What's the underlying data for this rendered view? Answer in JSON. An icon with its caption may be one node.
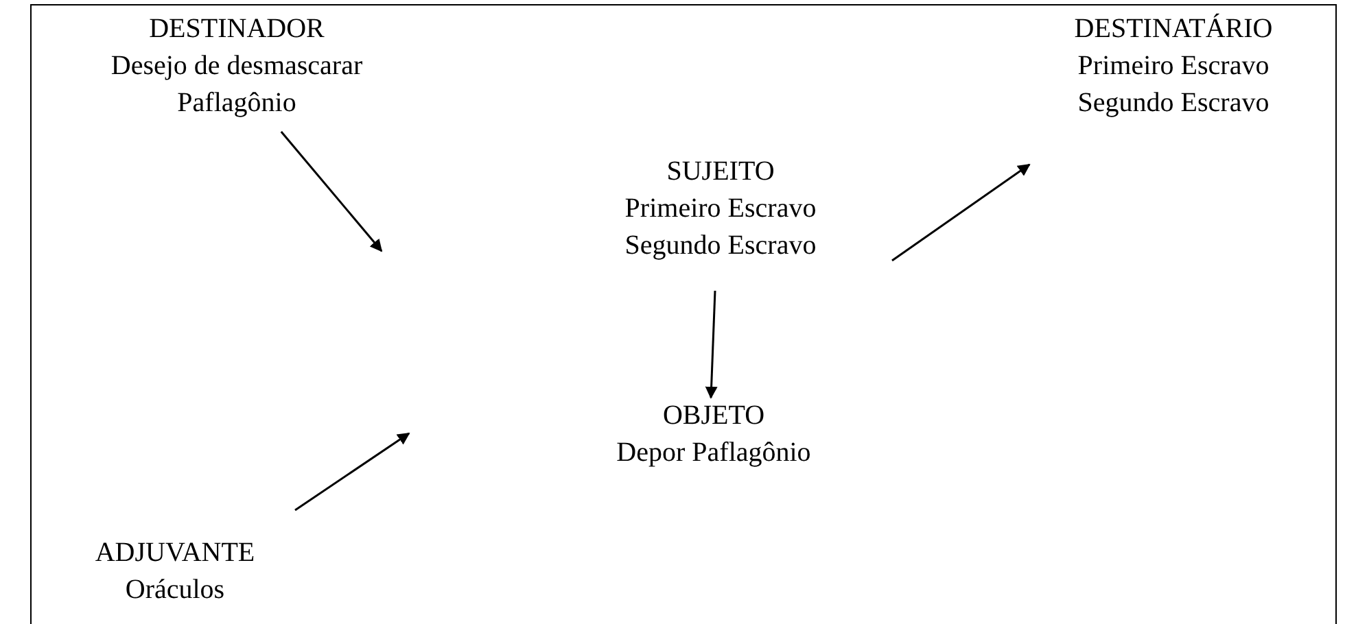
{
  "diagram": {
    "nodes": [
      {
        "text": [
          "DESTINADOR",
          "Desejo de desmascarar Paflagônio"
        ]
      },
      {
        "text": [
          "SUJEITO",
          "Primeiro Escravo",
          "Segundo Escravo"
        ]
      },
      {
        "text": [
          "DESTINATÁRIO",
          "Primeiro Escravo",
          "Segundo Escravo"
        ]
      },
      {
        "text": [
          "OBJETO",
          "Depor Paflagônio"
        ]
      },
      {
        "text": [
          "ADJUVANTE",
          "Oráculos"
        ]
      }
    ],
    "edges": [
      {
        "from": 0,
        "to": null,
        "arrow": "to"
      },
      {
        "from": 1,
        "to": 2,
        "arrow": "to"
      },
      {
        "from": 1,
        "to": 3,
        "arrow": "to"
      },
      {
        "from": 4,
        "to": null,
        "arrow": "to"
      }
    ]
  }
}
